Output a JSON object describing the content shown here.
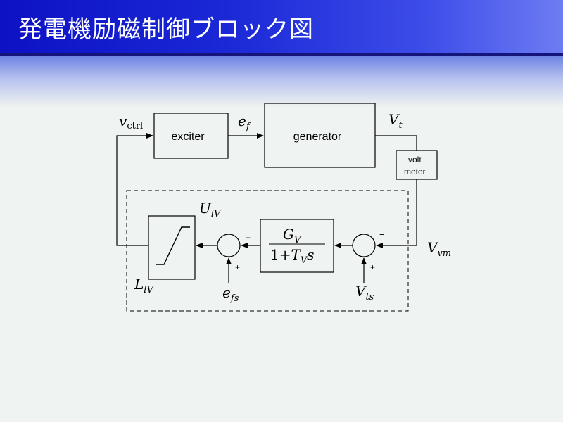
{
  "slide": {
    "title": "発電機励磁制御ブロック図"
  },
  "blocks": {
    "exciter": "exciter",
    "generator": "generator",
    "voltmeter_line1": "volt",
    "voltmeter_line2": "meter",
    "transfer_num_main": "G",
    "transfer_num_sub": "V",
    "transfer_den_pre": "1+",
    "transfer_den_main": "T",
    "transfer_den_sub": "V",
    "transfer_den_post": "s"
  },
  "signals": {
    "v_ctrl_main": "v",
    "v_ctrl_sub": "ctrl",
    "e_f_main": "e",
    "e_f_sub": "f",
    "v_t_main": "V",
    "v_t_sub": "t",
    "v_vm_main": "V",
    "v_vm_sub": "vm",
    "u_lv_main": "U",
    "u_lv_sub": "lV",
    "l_lv_main": "L",
    "l_lv_sub": "lV",
    "e_fs_main": "e",
    "e_fs_sub": "fs",
    "v_ts_main": "V",
    "v_ts_sub": "ts"
  },
  "signs": {
    "sum1_top": "+",
    "sum1_bottom": "+",
    "sum2_top": "−",
    "sum2_bottom": "+"
  }
}
